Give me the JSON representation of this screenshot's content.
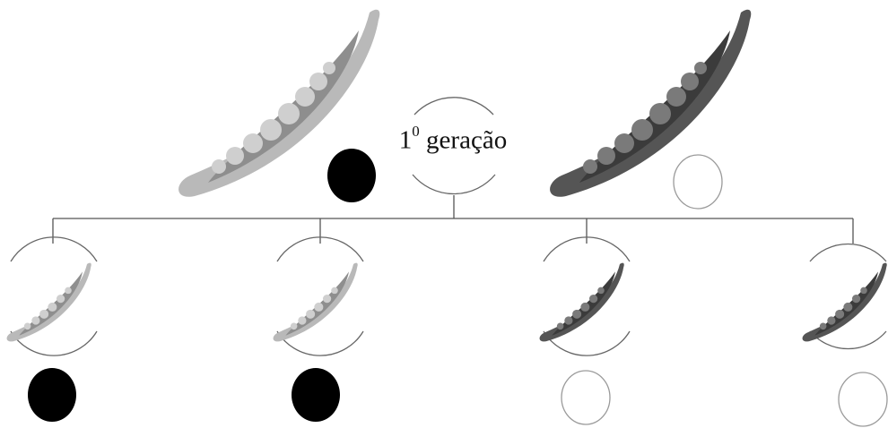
{
  "title": {
    "number": "1",
    "superscript": "0",
    "text": "geração"
  },
  "colors": {
    "light_pod": "#b9b9b9",
    "light_pod_inner": "#8e8e8e",
    "light_pea": "#cfcfcf",
    "dark_pod": "#555555",
    "dark_pod_inner": "#3b3b3b",
    "dark_pea": "#7a7a7a",
    "marker_filled": "#000000",
    "marker_empty": "#9a9a9a",
    "line": "#555555",
    "arc": "#666666"
  },
  "parents": [
    {
      "name": "parent-left",
      "pod": "light",
      "marker": "filled"
    },
    {
      "name": "parent-right",
      "pod": "dark",
      "marker": "empty"
    }
  ],
  "offspring": [
    {
      "name": "offspring-1",
      "pod": "light",
      "marker": "filled"
    },
    {
      "name": "offspring-2",
      "pod": "light",
      "marker": "filled"
    },
    {
      "name": "offspring-3",
      "pod": "dark",
      "marker": "empty"
    },
    {
      "name": "offspring-4",
      "pod": "dark",
      "marker": "empty"
    }
  ]
}
